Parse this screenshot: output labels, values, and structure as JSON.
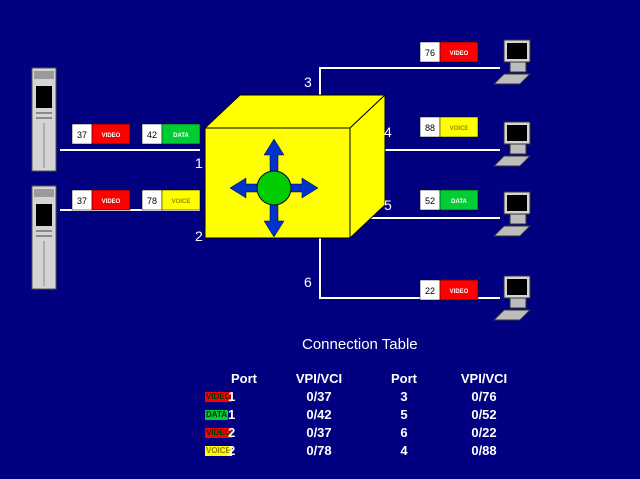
{
  "colors": {
    "background": "#000080",
    "video": "#ff0000",
    "data": "#00cc33",
    "voice": "#ffff00",
    "switch_face": "#ffff00",
    "arrows": "#0033cc",
    "hub": "#00cc00"
  },
  "ports": [
    "1",
    "2",
    "3",
    "4",
    "5",
    "6"
  ],
  "cells": {
    "left_top": [
      {
        "vci": "37",
        "type": "VIDEO",
        "color": "#ff0000"
      },
      {
        "vci": "42",
        "type": "DATA",
        "color": "#00cc33"
      }
    ],
    "left_bottom": [
      {
        "vci": "37",
        "type": "VIDEO",
        "color": "#ff0000"
      },
      {
        "vci": "78",
        "type": "VOICE",
        "color": "#ffff00"
      }
    ],
    "right": [
      {
        "vci": "76",
        "type": "VIDEO",
        "color": "#ff0000"
      },
      {
        "vci": "88",
        "type": "VOICE",
        "color": "#ffff00"
      },
      {
        "vci": "52",
        "type": "DATA",
        "color": "#00cc33"
      },
      {
        "vci": "22",
        "type": "VIDEO",
        "color": "#ff0000"
      }
    ]
  },
  "table": {
    "title": "Connection Table",
    "headers": [
      "Port",
      "VPI/VCI",
      "Port",
      "VPI/VCI"
    ],
    "rows": [
      {
        "tag": "VIDEO",
        "tag_color": "#ff0000",
        "in_port": "1",
        "in_vpivci": "0/37",
        "out_port": "3",
        "out_vpivci": "0/76"
      },
      {
        "tag": "DATA",
        "tag_color": "#00cc33",
        "in_port": "1",
        "in_vpivci": "0/42",
        "out_port": "5",
        "out_vpivci": "0/52"
      },
      {
        "tag": "VIDEO",
        "tag_color": "#ff0000",
        "in_port": "2",
        "in_vpivci": "0/37",
        "out_port": "6",
        "out_vpivci": "0/22"
      },
      {
        "tag": "VOICE",
        "tag_color": "#ffff00",
        "in_port": "2",
        "in_vpivci": "0/78",
        "out_port": "4",
        "out_vpivci": "0/88"
      }
    ]
  }
}
